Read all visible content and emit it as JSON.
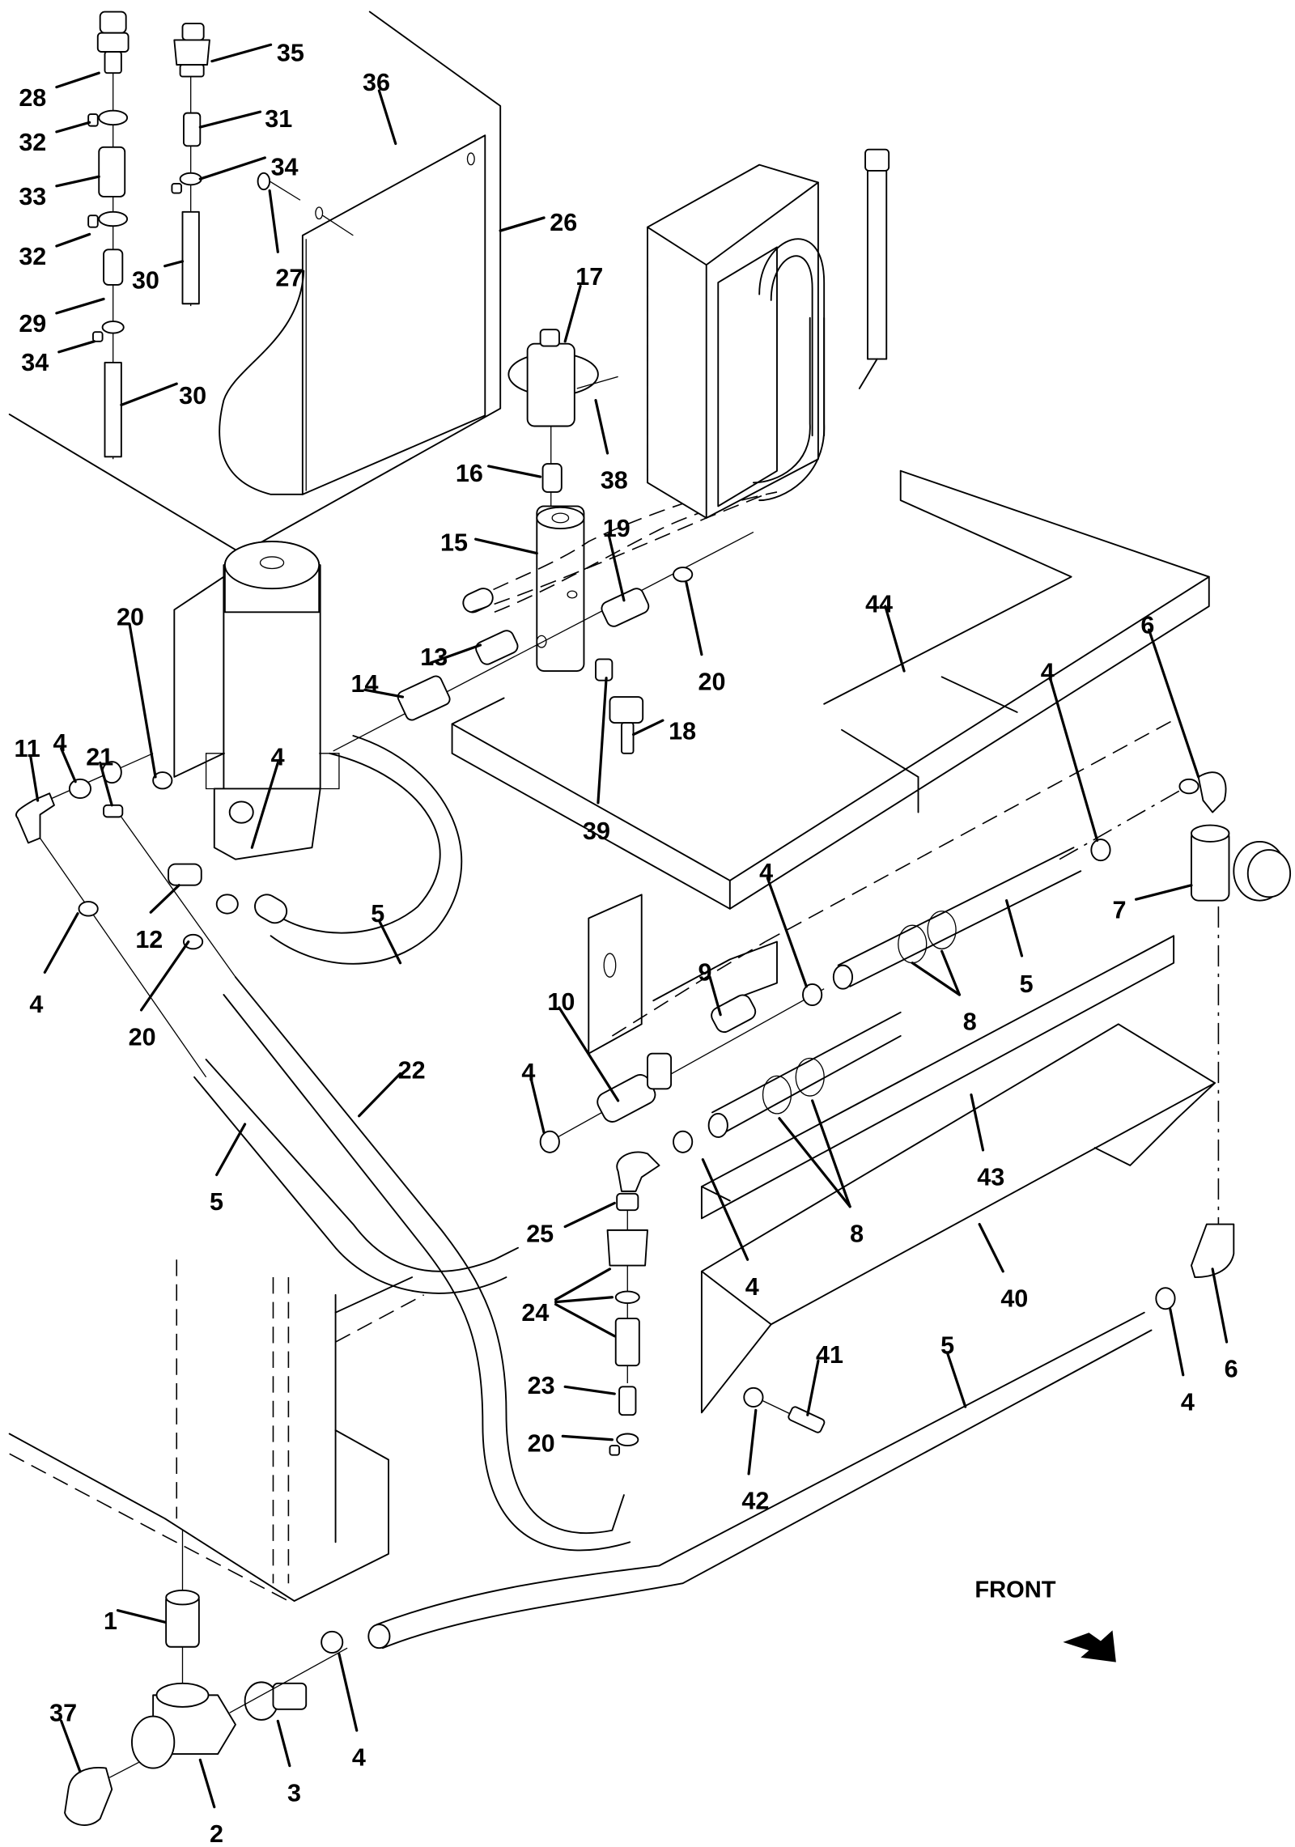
{
  "figure": {
    "type": "exploded-parts-diagram",
    "orientation_label": "FRONT",
    "orientation_icon": "direction-arrow-icon"
  },
  "callouts": [
    {
      "id": "c1",
      "label": "1"
    },
    {
      "id": "c2",
      "label": "2"
    },
    {
      "id": "c3",
      "label": "3"
    },
    {
      "id": "c4a",
      "label": "4"
    },
    {
      "id": "c4b",
      "label": "4"
    },
    {
      "id": "c4c",
      "label": "4"
    },
    {
      "id": "c4d",
      "label": "4"
    },
    {
      "id": "c4e",
      "label": "4"
    },
    {
      "id": "c4f",
      "label": "4"
    },
    {
      "id": "c4g",
      "label": "4"
    },
    {
      "id": "c4h",
      "label": "4"
    },
    {
      "id": "c4i",
      "label": "4"
    },
    {
      "id": "c5a",
      "label": "5"
    },
    {
      "id": "c5b",
      "label": "5"
    },
    {
      "id": "c5c",
      "label": "5"
    },
    {
      "id": "c5d",
      "label": "5"
    },
    {
      "id": "c6a",
      "label": "6"
    },
    {
      "id": "c6b",
      "label": "6"
    },
    {
      "id": "c7",
      "label": "7"
    },
    {
      "id": "c8a",
      "label": "8"
    },
    {
      "id": "c8b",
      "label": "8"
    },
    {
      "id": "c9",
      "label": "9"
    },
    {
      "id": "c10",
      "label": "10"
    },
    {
      "id": "c11",
      "label": "11"
    },
    {
      "id": "c12",
      "label": "12"
    },
    {
      "id": "c13",
      "label": "13"
    },
    {
      "id": "c14",
      "label": "14"
    },
    {
      "id": "c15",
      "label": "15"
    },
    {
      "id": "c16",
      "label": "16"
    },
    {
      "id": "c17",
      "label": "17"
    },
    {
      "id": "c18",
      "label": "18"
    },
    {
      "id": "c19",
      "label": "19"
    },
    {
      "id": "c20a",
      "label": "20"
    },
    {
      "id": "c20b",
      "label": "20"
    },
    {
      "id": "c20c",
      "label": "20"
    },
    {
      "id": "c20d",
      "label": "20"
    },
    {
      "id": "c21",
      "label": "21"
    },
    {
      "id": "c22",
      "label": "22"
    },
    {
      "id": "c23",
      "label": "23"
    },
    {
      "id": "c24",
      "label": "24"
    },
    {
      "id": "c25",
      "label": "25"
    },
    {
      "id": "c26",
      "label": "26"
    },
    {
      "id": "c27",
      "label": "27"
    },
    {
      "id": "c28",
      "label": "28"
    },
    {
      "id": "c29",
      "label": "29"
    },
    {
      "id": "c30a",
      "label": "30"
    },
    {
      "id": "c30b",
      "label": "30"
    },
    {
      "id": "c31",
      "label": "31"
    },
    {
      "id": "c32a",
      "label": "32"
    },
    {
      "id": "c32b",
      "label": "32"
    },
    {
      "id": "c33",
      "label": "33"
    },
    {
      "id": "c34a",
      "label": "34"
    },
    {
      "id": "c34b",
      "label": "34"
    },
    {
      "id": "c35",
      "label": "35"
    },
    {
      "id": "c36",
      "label": "36"
    },
    {
      "id": "c37",
      "label": "37"
    },
    {
      "id": "c38",
      "label": "38"
    },
    {
      "id": "c39",
      "label": "39"
    },
    {
      "id": "c40",
      "label": "40"
    },
    {
      "id": "c41",
      "label": "41"
    },
    {
      "id": "c42",
      "label": "42"
    },
    {
      "id": "c43",
      "label": "43"
    },
    {
      "id": "c44",
      "label": "44"
    }
  ]
}
